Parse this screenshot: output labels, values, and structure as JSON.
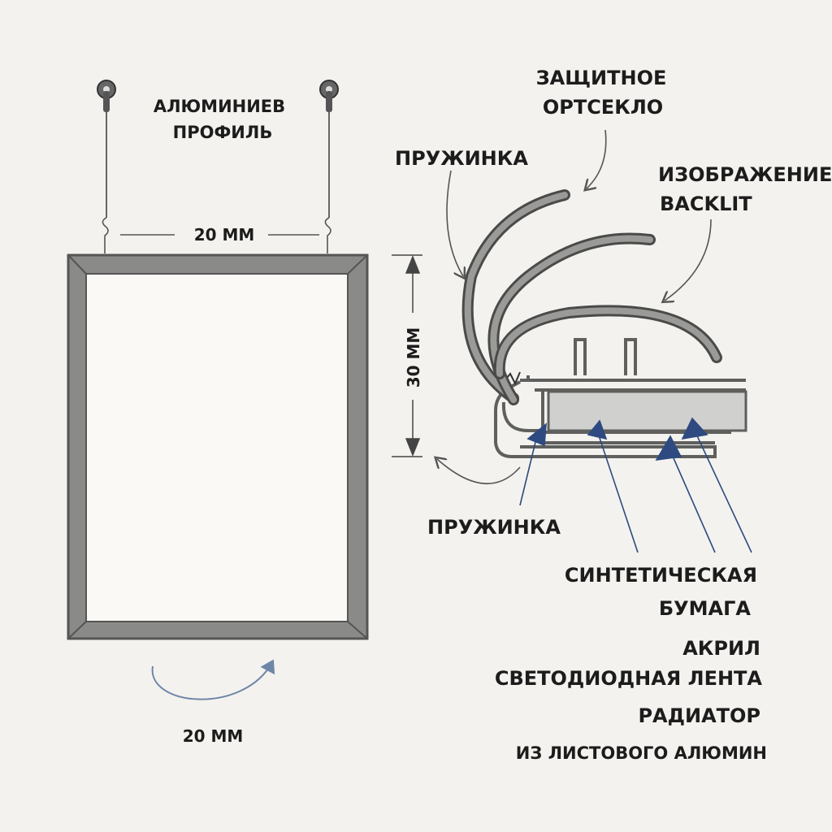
{
  "front_view": {
    "profile_label_line1": "АЛЮМИНИЕВ",
    "profile_label_line2": "ПРОФИЛЬ",
    "hanger_spacing": "20 MM",
    "height_dimension": "30 MM",
    "bottom_dimension": "20 MM"
  },
  "cross_section": {
    "glass_line1": "ЗАЩИТНОЕ",
    "glass_line2": "ОРТСЕКЛО",
    "spring_top": "ПРУЖИНКА",
    "image_line1": "ИЗОБРАЖЕНИЕ",
    "image_line2": "BACKLIT",
    "spring_bottom": "ПРУЖИНКА",
    "layers": [
      "СИНТЕТИЧЕСКАЯ",
      "БУМАГА",
      "АКРИЛ",
      "СВЕТОДИОДНАЯ ЛЕНТА",
      "РАДИАТОР",
      "ИЗ ЛИСТОВОГО АЛЮМИН"
    ]
  },
  "colors": {
    "frame": "#7a7b78",
    "arrow_blue": "#2e4a80",
    "curve_arrow": "#6f86a8"
  }
}
